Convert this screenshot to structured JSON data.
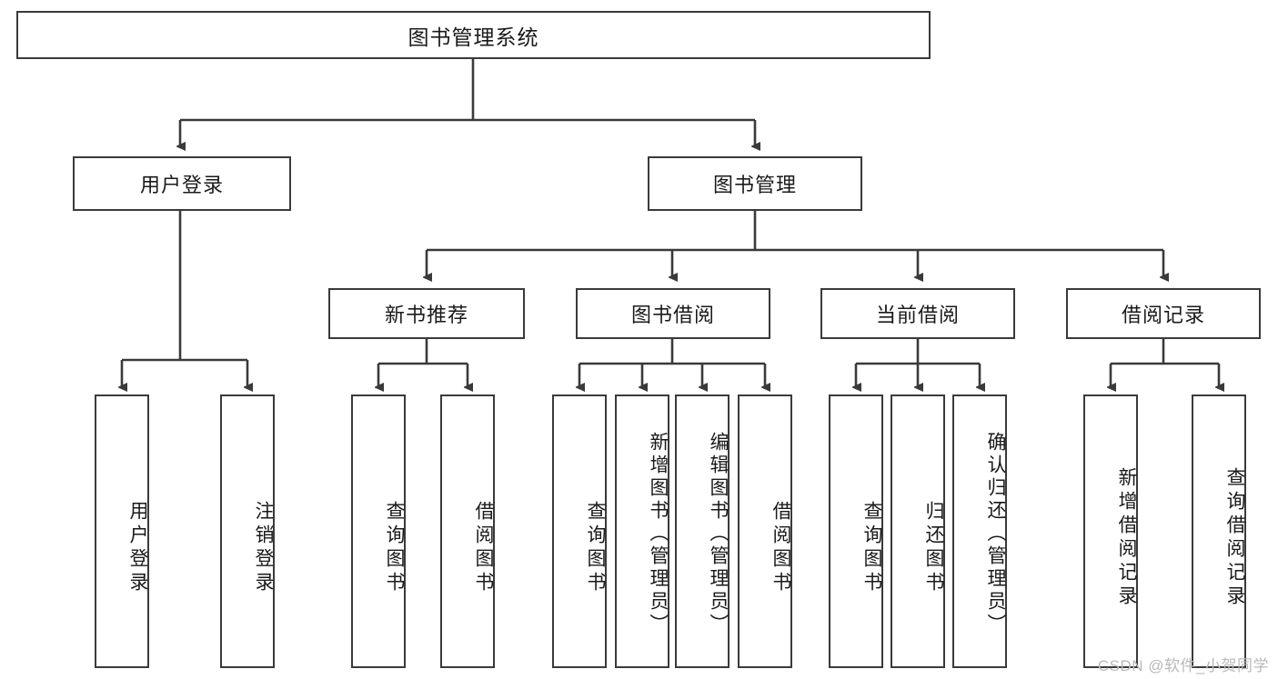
{
  "diagram": {
    "title": "图书管理系统",
    "type": "functional-hierarchy-tree",
    "root": {
      "id": "root",
      "label": "图书管理系统"
    },
    "level2": [
      {
        "id": "user-login",
        "label": "用户登录"
      },
      {
        "id": "book-manage",
        "label": "图书管理"
      }
    ],
    "level3": [
      {
        "id": "new-book-recommend",
        "label": "新书推荐",
        "parent": "book-manage"
      },
      {
        "id": "book-borrow",
        "label": "图书借阅",
        "parent": "book-manage"
      },
      {
        "id": "current-borrow",
        "label": "当前借阅",
        "parent": "book-manage"
      },
      {
        "id": "borrow-record",
        "label": "借阅记录",
        "parent": "book-manage"
      }
    ],
    "leaves": {
      "user_login": [
        {
          "id": "leaf-user-login",
          "label": "用户登录"
        },
        {
          "id": "leaf-logout",
          "label": "注销登录"
        }
      ],
      "new_book_recommend": [
        {
          "id": "leaf-query-book-1",
          "label": "查询图书"
        },
        {
          "id": "leaf-borrow-book-1",
          "label": "借阅图书"
        }
      ],
      "book_borrow": [
        {
          "id": "leaf-query-book-2",
          "label": "查询图书"
        },
        {
          "id": "leaf-add-book",
          "label": "新增图书（管理员）"
        },
        {
          "id": "leaf-edit-book",
          "label": "编辑图书（管理员）"
        },
        {
          "id": "leaf-borrow-book-2",
          "label": "借阅图书"
        }
      ],
      "current_borrow": [
        {
          "id": "leaf-query-book-3",
          "label": "查询图书"
        },
        {
          "id": "leaf-return-book",
          "label": "归还图书"
        },
        {
          "id": "leaf-confirm-return",
          "label": "确认归还（管理员）"
        }
      ],
      "borrow_record": [
        {
          "id": "leaf-add-record",
          "label": "新增借阅记录"
        },
        {
          "id": "leaf-query-record",
          "label": "查询借阅记录"
        }
      ]
    }
  },
  "watermark": {
    "text": "CSDN @软件_小贺同学"
  },
  "colors": {
    "stroke": "#3a3a3a",
    "fill": "#ffffff",
    "text": "#1a1a1a",
    "watermark": "#b9b9b9"
  }
}
